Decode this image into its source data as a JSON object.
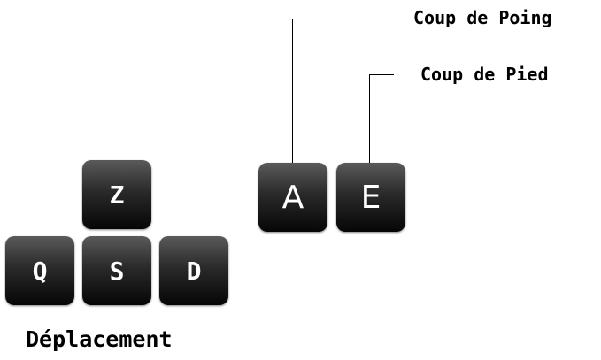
{
  "keys": {
    "z": "Z",
    "q": "Q",
    "s": "S",
    "d": "D",
    "a": "A",
    "e": "E"
  },
  "labels": {
    "movement": "Déplacement",
    "punch": "Coup de Poing",
    "kick": "Coup de Pied"
  }
}
